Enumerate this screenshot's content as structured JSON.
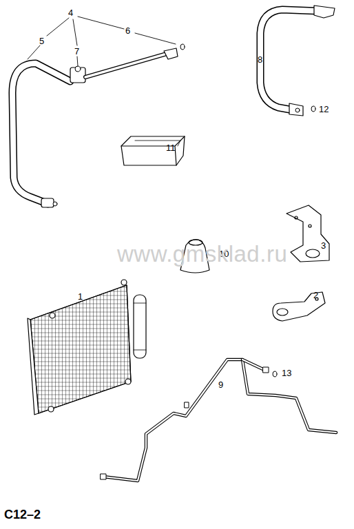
{
  "diagram": {
    "labels": [
      "4",
      "5",
      "7",
      "6",
      "8",
      "12",
      "11",
      "10",
      "3",
      "1",
      "2",
      "13",
      "9",
      "C12–2",
      "www.gmsklad.ru"
    ]
  }
}
